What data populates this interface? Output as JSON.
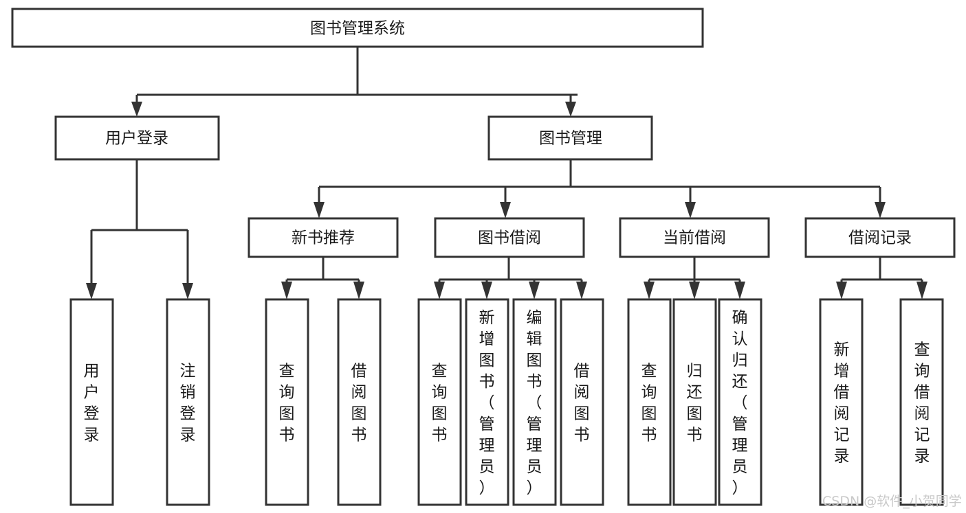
{
  "diagram": {
    "type": "tree-hierarchy",
    "title": "图书管理系统",
    "orientation": "top-down",
    "colors": {
      "box_fill": "#ffffff",
      "box_stroke": "#333333",
      "text": "#1a1a1a",
      "watermark": "#c9c9c9",
      "background": "#ffffff"
    },
    "root": {
      "label": "图书管理系统",
      "id": "root"
    },
    "level2": [
      {
        "id": "user-login",
        "label": "用户登录"
      },
      {
        "id": "book-management",
        "label": "图书管理"
      }
    ],
    "level3": [
      {
        "id": "new-book-recommend",
        "label": "新书推荐",
        "parent": "book-management"
      },
      {
        "id": "book-borrow",
        "label": "图书借阅",
        "parent": "book-management"
      },
      {
        "id": "current-borrow",
        "label": "当前借阅",
        "parent": "book-management"
      },
      {
        "id": "borrow-record",
        "label": "借阅记录",
        "parent": "book-management"
      }
    ],
    "leaves": {
      "user-login": [
        {
          "id": "leaf-user-login",
          "label": "用户登录"
        },
        {
          "id": "leaf-user-logout",
          "label": "注销登录"
        }
      ],
      "new-book-recommend": [
        {
          "id": "leaf-query-book-1",
          "label": "查询图书"
        },
        {
          "id": "leaf-borrow-book-1",
          "label": "借阅图书"
        }
      ],
      "book-borrow": [
        {
          "id": "leaf-query-book-2",
          "label": "查询图书"
        },
        {
          "id": "leaf-add-book",
          "label": "新增图书（管理员）"
        },
        {
          "id": "leaf-edit-book",
          "label": "编辑图书（管理员）"
        },
        {
          "id": "leaf-borrow-book-2",
          "label": "借阅图书"
        }
      ],
      "current-borrow": [
        {
          "id": "leaf-query-book-3",
          "label": "查询图书"
        },
        {
          "id": "leaf-return-book",
          "label": "归还图书"
        },
        {
          "id": "leaf-confirm-return",
          "label": "确认归还（管理员）"
        }
      ],
      "borrow-record": [
        {
          "id": "leaf-add-record",
          "label": "新增借阅记录"
        },
        {
          "id": "leaf-query-record",
          "label": "查询借阅记录"
        }
      ]
    },
    "watermark": "CSDN @软件_小贺同学"
  }
}
